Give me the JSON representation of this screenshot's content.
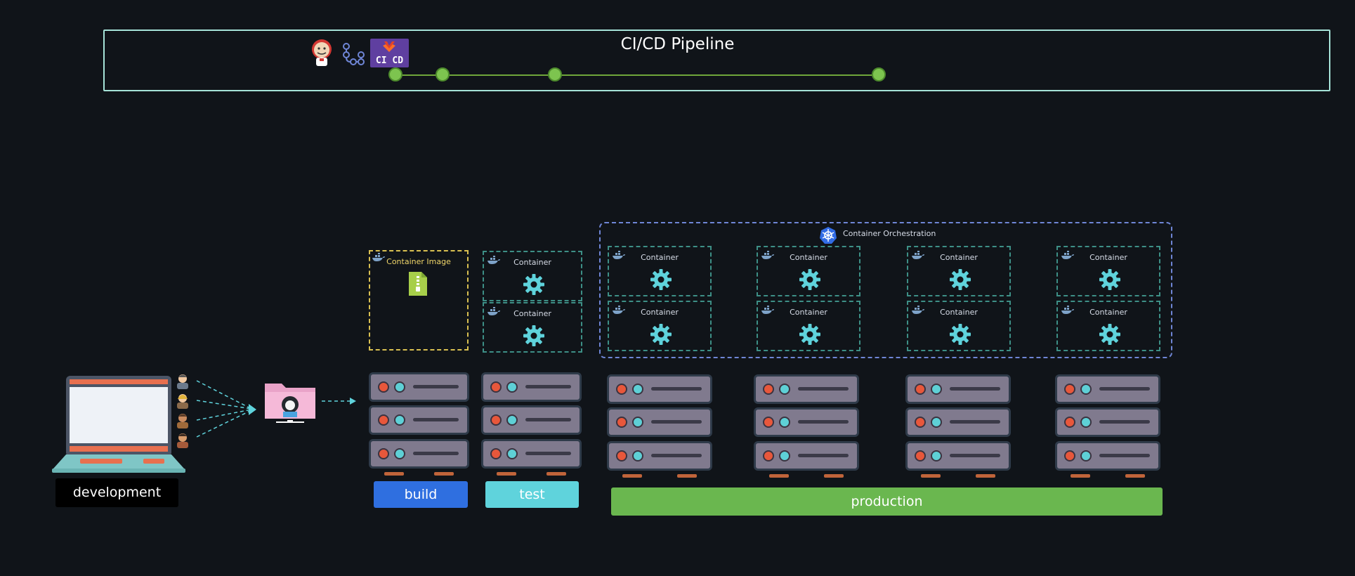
{
  "pipeline": {
    "title": "CI/CD Pipeline",
    "tools": [
      "jenkins-icon",
      "workflow-icon",
      "gitlab-ci-cd-icon"
    ],
    "cicd_badge": "CI CD",
    "stage_count": 4
  },
  "artifact": {
    "label": "Container Image",
    "icon": "zip-file-icon"
  },
  "orchestration": {
    "label": "Container Orchestration",
    "icon": "kubernetes-icon"
  },
  "container_label": "Container",
  "environments": {
    "development": "development",
    "build": "build",
    "test": "test",
    "production": "production"
  },
  "colors": {
    "background": "#101419",
    "pipeline_border": "#a6e3d8",
    "stage_dot": "#7dc44f",
    "build": "#2f6fe0",
    "test": "#5fd3dc",
    "production": "#6ab74f",
    "orchestration_border": "#6f86d6",
    "container_border": "#3d8f86",
    "image_border": "#d9c051"
  }
}
